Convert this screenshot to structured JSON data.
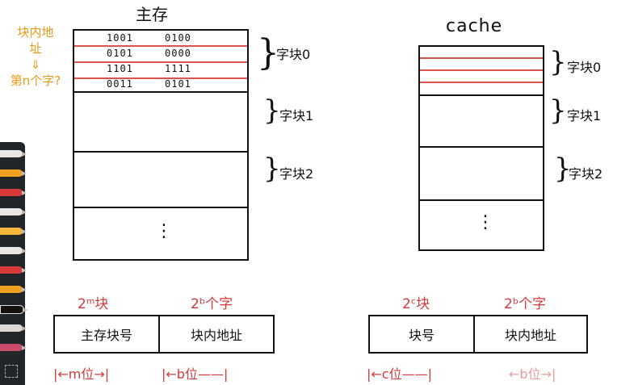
{
  "main_memory": {
    "title": "主存",
    "rows": [
      {
        "a": "1001",
        "b": "0100"
      },
      {
        "a": "0101",
        "b": "0000"
      },
      {
        "a": "1101",
        "b": "1111"
      },
      {
        "a": "0011",
        "b": "0101"
      }
    ],
    "blocks": [
      "字块0",
      "字块1",
      "字块2"
    ],
    "ellipsis": "⋮"
  },
  "side_note": {
    "line1": "块内地",
    "line2": "址",
    "arrow": "⇓",
    "line3": "第n个字?"
  },
  "cache": {
    "title": "cache",
    "blocks": [
      "字块0",
      "字块1",
      "字块2"
    ],
    "ellipsis": "⋮"
  },
  "main_address": {
    "top_left": "2ᵐ块",
    "top_right": "2ᵇ个字",
    "cell_left": "主存块号",
    "cell_right": "块内地址",
    "bottom_left": "|←m位→|",
    "bottom_right": "|←b位——|"
  },
  "cache_address": {
    "top_left": "2ᶜ块",
    "top_right": "2ᵇ个字",
    "cell_left": "块号",
    "cell_right": "块内地址",
    "bottom_left": "|←c位——|",
    "bottom_right": "←b位→|"
  },
  "colors": {
    "accent_red": "#d23a3a",
    "note_orange": "#e89a17"
  }
}
